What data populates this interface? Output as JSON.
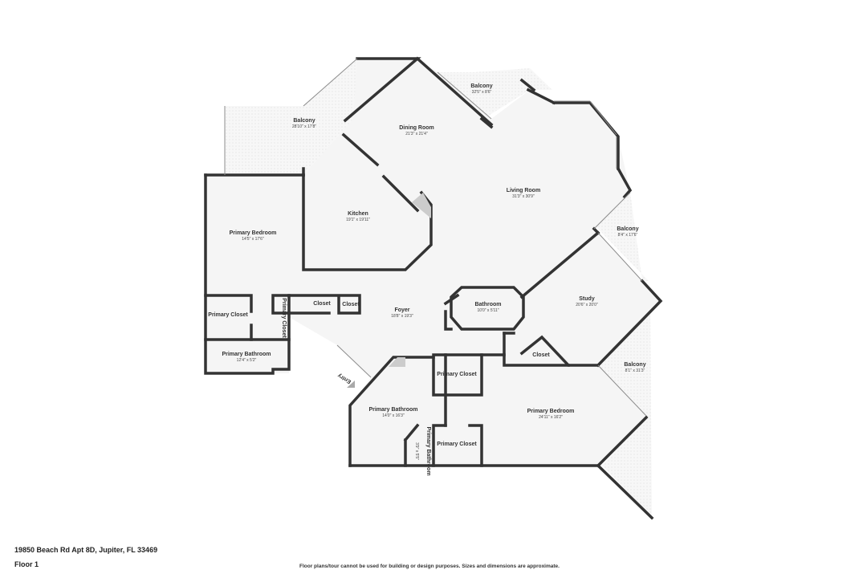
{
  "rooms": [
    {
      "key": "balcony_nw",
      "name": "Balcony",
      "dims": "28'10\" x 17'8\""
    },
    {
      "key": "balcony_n",
      "name": "Balcony",
      "dims": "32'5\" x 8'6\""
    },
    {
      "key": "dining",
      "name": "Dining Room",
      "dims": "21'3\" x 21'4\""
    },
    {
      "key": "living",
      "name": "Living Room",
      "dims": "31'3\" x 30'9\""
    },
    {
      "key": "kitchen",
      "name": "Kitchen",
      "dims": "19'1\" x 19'11\""
    },
    {
      "key": "primary_bedroom_w",
      "name": "Primary Bedroom",
      "dims": "14'5\" x 17'6\""
    },
    {
      "key": "balcony_e",
      "name": "Balcony",
      "dims": "8'4\" x 17'6\""
    },
    {
      "key": "closet_1",
      "name": "Closet",
      "dims": ""
    },
    {
      "key": "closet_2",
      "name": "Closet",
      "dims": ""
    },
    {
      "key": "bathroom",
      "name": "Bathroom",
      "dims": "10'0\" x 5'11\""
    },
    {
      "key": "study",
      "name": "Study",
      "dims": "20'6\" x 20'0\""
    },
    {
      "key": "foyer",
      "name": "Foyer",
      "dims": "18'8\" x 19'3\""
    },
    {
      "key": "primary_closet_w",
      "name": "Primary Closet",
      "dims": ""
    },
    {
      "key": "primary_closet_v",
      "name": "Primary Closet",
      "dims": ""
    },
    {
      "key": "primary_bathroom_w",
      "name": "Primary Bathroom",
      "dims": "12'4\" x 5'2\""
    },
    {
      "key": "closet_study",
      "name": "Closet",
      "dims": ""
    },
    {
      "key": "balcony_se",
      "name": "Balcony",
      "dims": "8'1\" x 31'3\""
    },
    {
      "key": "entry",
      "name": "Entry",
      "dims": ""
    },
    {
      "key": "primary_closet_s1",
      "name": "Primary Closet",
      "dims": ""
    },
    {
      "key": "primary_bathroom_s",
      "name": "Primary Bathroom",
      "dims": "14'0\" x 16'3\""
    },
    {
      "key": "primary_bedroom_s",
      "name": "Primary Bedroom",
      "dims": "24'11\" x 16'2\""
    },
    {
      "key": "primary_bathroom_v",
      "name": "Primary Bathroom",
      "dims": "3'9\" x 5'5\""
    },
    {
      "key": "primary_closet_s2",
      "name": "Primary Closet",
      "dims": ""
    }
  ],
  "address": "19850 Beach Rd Apt 8D, Jupiter, FL 33469",
  "floor_label": "Floor 1",
  "disclaimer": "Floor plans/tour cannot be used for building or design purposes. Sizes and dimensions are approximate."
}
